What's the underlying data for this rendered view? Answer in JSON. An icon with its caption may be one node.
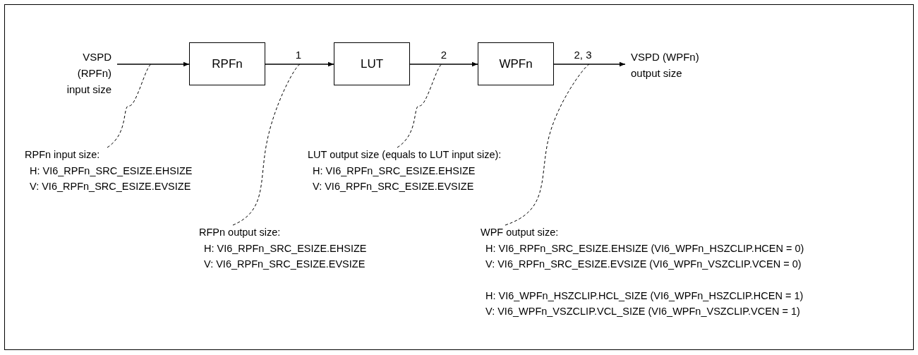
{
  "diagram": {
    "nodes": [
      {
        "text": [
          "VSPD (RPFn) input size"
        ]
      },
      {
        "text": [
          "RPFn"
        ]
      },
      {
        "text": [
          "LUT"
        ]
      },
      {
        "text": [
          "WPFn"
        ]
      },
      {
        "text": [
          "VSPD (WPFn) output size"
        ]
      },
      {
        "text": [
          "RPFn input size:",
          "H: VI6_RPFn_SRC_ESIZE.EHSIZE",
          "V: VI6_RPFn_SRC_ESIZE.EVSIZE"
        ]
      },
      {
        "text": [
          "LUT output size (equals to LUT input size):",
          "H: VI6_RPFn_SRC_ESIZE.EHSIZE",
          "V: VI6_RPFn_SRC_ESIZE.EVSIZE"
        ]
      },
      {
        "text": [
          "RFPn output size:",
          "H: VI6_RPFn_SRC_ESIZE.EHSIZE",
          "V: VI6_RPFn_SRC_ESIZE.EVSIZE"
        ]
      },
      {
        "text": [
          "WPF output size:",
          "H: VI6_RPFn_SRC_ESIZE.EHSIZE (VI6_WPFn_HSZCLIP.HCEN = 0)",
          "V: VI6_RPFn_SRC_ESIZE.EVSIZE (VI6_WPFn_VSZCLIP.VCEN = 0)",
          "H: VI6_WPFn_HSZCLIP.HCL_SIZE (VI6_WPFn_HSZCLIP.HCEN = 1)",
          "V: VI6_WPFn_VSZCLIP.VCL_SIZE (VI6_WPFn_VSZCLIP.VCEN = 1)"
        ]
      }
    ],
    "edges": [
      {
        "from": 0,
        "to": 1,
        "arrow": "to"
      },
      {
        "from": 1,
        "to": 2,
        "arrow": "to",
        "label": "1"
      },
      {
        "from": 2,
        "to": 3,
        "arrow": "to",
        "label": "2"
      },
      {
        "from": 3,
        "to": 4,
        "arrow": "to",
        "label": "2, 3"
      },
      {
        "from": 5,
        "to": null,
        "arrow": "none",
        "style": "dashed"
      },
      {
        "from": 6,
        "to": null,
        "arrow": "none",
        "style": "dashed"
      },
      {
        "from": 7,
        "to": null,
        "arrow": "none",
        "style": "dashed"
      },
      {
        "from": 8,
        "to": null,
        "arrow": "none",
        "style": "dashed"
      }
    ]
  }
}
